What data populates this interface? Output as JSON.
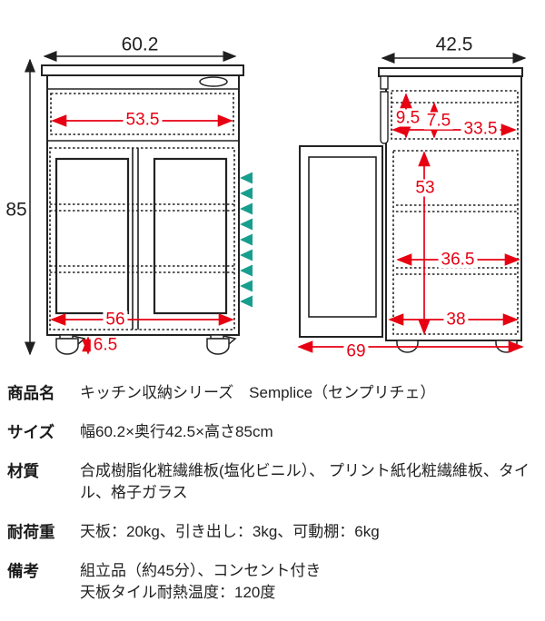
{
  "diagram": {
    "front_view": {
      "width_top": "60.2",
      "height": "85",
      "drawer_inner_width": "53.5",
      "inner_width": "56",
      "caster_height": "6.5"
    },
    "side_view": {
      "depth_top": "42.5",
      "drawer_outer_height": "9.5",
      "drawer_inner_height": "7.5",
      "drawer_inner_depth": "33.5",
      "inner_height": "53",
      "upper_shelf_depth": "36.5",
      "lower_inner_depth": "38",
      "depth_door_open": "69"
    },
    "icons": {
      "shelf_pin_arrow": "left-pointing-triangle"
    },
    "colors": {
      "dimension_red": "#e60012",
      "shelf_arrow_teal": "#189e8e",
      "line_black": "#222222"
    }
  },
  "spec_table": {
    "rows": [
      {
        "label": "商品名",
        "value": "キッチン収納シリーズ　Semplice（センプリチェ）"
      },
      {
        "label": "サイズ",
        "value": "幅60.2×奥行42.5×高さ85cm"
      },
      {
        "label": "材質",
        "value": "合成樹脂化粧繊維板(塩化ビニル）、 プリント紙化粧繊維板、タイル、格子ガラス"
      },
      {
        "label": "耐荷重",
        "value": "天板：20kg、引き出し：3kg、可動棚：6kg"
      },
      {
        "label": "備考",
        "value": "組立品（約45分）、コンセント付き\n天板タイル耐熱温度：120度"
      }
    ]
  }
}
